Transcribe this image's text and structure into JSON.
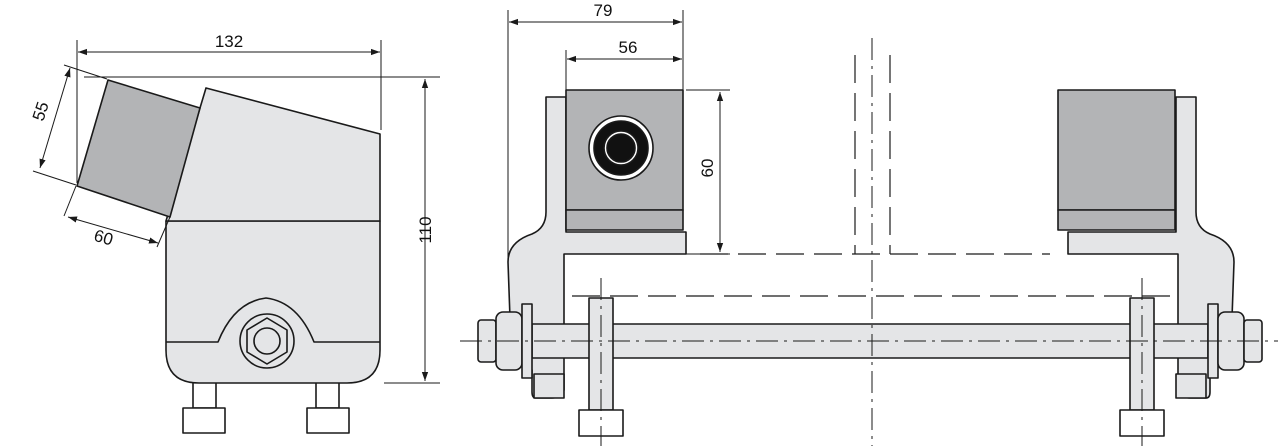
{
  "dimensions": {
    "side_width": "132",
    "side_height": "110",
    "side_module_height": "55",
    "side_module_depth": "60",
    "front_outer_width": "79",
    "front_module_width": "56",
    "front_module_height": "60"
  },
  "colors": {
    "outline": "#1a1a1a",
    "housing": "#e4e5e7",
    "module": "#b3b4b6",
    "pin_ring": "#111111",
    "background": "#ffffff"
  }
}
